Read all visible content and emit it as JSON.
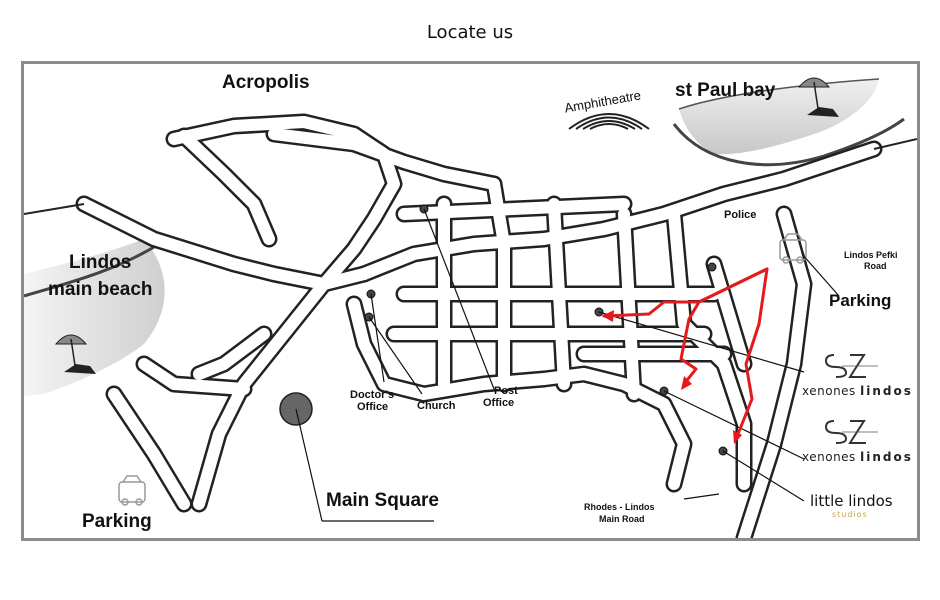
{
  "page": {
    "title": "Locate us"
  },
  "map": {
    "labels": {
      "acropolis": "Acropolis",
      "st_paul_bay": "st Paul bay",
      "amphitheatre": "Amphitheatre",
      "lindos_main_beach_line1": "Lindos",
      "lindos_main_beach_line2": "main beach",
      "police": "Police",
      "lindos_pefki_road_line1": "Lindos Pefki",
      "lindos_pefki_road_line2": "Road",
      "parking_east": "Parking",
      "parking_west": "Parking",
      "doctors_office_line1": "Doctor's",
      "doctors_office_line2": "Office",
      "church": "Church",
      "post_office_line1": "Post",
      "post_office_line2": "Office",
      "main_square": "Main Square",
      "rhodes_lindos_road_line1": "Rhodes - Lindos",
      "rhodes_lindos_road_line2": "Main Road"
    },
    "businesses": [
      {
        "name_light": "xenones ",
        "name_bold": "lindos"
      },
      {
        "name_light": "xenones ",
        "name_bold": "lindos"
      }
    ],
    "little_lindos": {
      "name": "little lindos",
      "sub": "studios"
    },
    "route_color": "#e41a1c"
  }
}
